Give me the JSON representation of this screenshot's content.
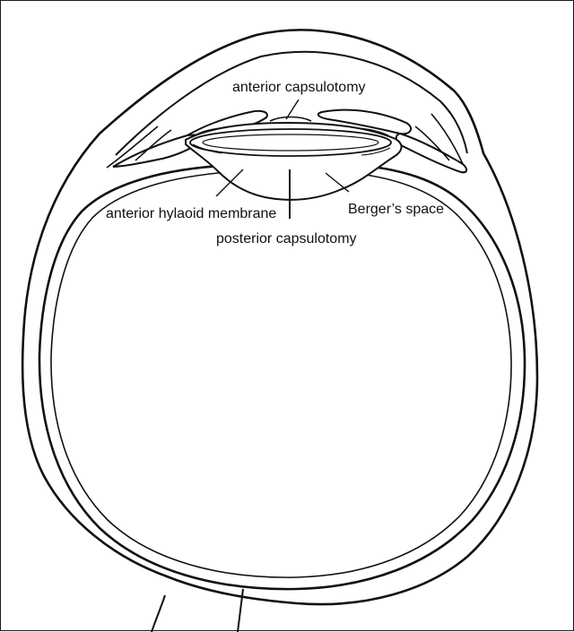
{
  "labels": {
    "anterior_capsulotomy": "anterior capsulotomy",
    "anterior_hyaloid_membrane": "anterior hylaoid membrane",
    "bergers_space": "Berger’s space",
    "posterior_capsulotomy": "posterior capsulotomy"
  }
}
